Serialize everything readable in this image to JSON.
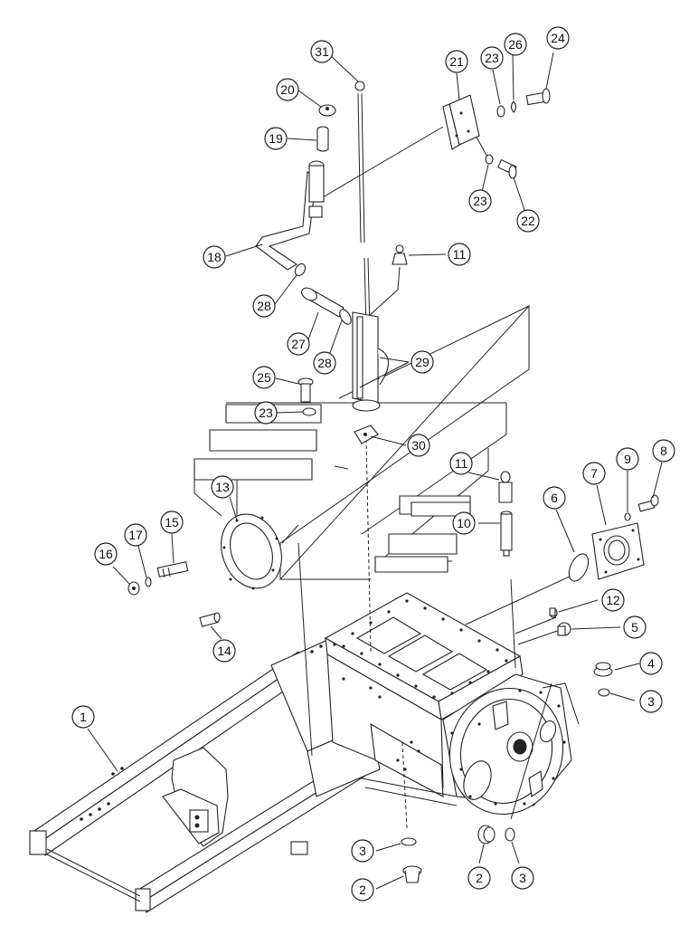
{
  "diagram": {
    "callouts": [
      {
        "id": "c31",
        "label": "31"
      },
      {
        "id": "c20",
        "label": "20"
      },
      {
        "id": "c19",
        "label": "19"
      },
      {
        "id": "c18",
        "label": "18"
      },
      {
        "id": "c28a",
        "label": "28"
      },
      {
        "id": "c27",
        "label": "27"
      },
      {
        "id": "c28b",
        "label": "28"
      },
      {
        "id": "c25",
        "label": "25"
      },
      {
        "id": "c23a",
        "label": "23"
      },
      {
        "id": "c21",
        "label": "21"
      },
      {
        "id": "c23b",
        "label": "23"
      },
      {
        "id": "c26",
        "label": "26"
      },
      {
        "id": "c24",
        "label": "24"
      },
      {
        "id": "c23c",
        "label": "23"
      },
      {
        "id": "c22",
        "label": "22"
      },
      {
        "id": "c11a",
        "label": "11"
      },
      {
        "id": "c29",
        "label": "29"
      },
      {
        "id": "c30",
        "label": "30"
      },
      {
        "id": "c11b",
        "label": "11"
      },
      {
        "id": "c10",
        "label": "10"
      },
      {
        "id": "c13",
        "label": "13"
      },
      {
        "id": "c15",
        "label": "15"
      },
      {
        "id": "c17",
        "label": "17"
      },
      {
        "id": "c16",
        "label": "16"
      },
      {
        "id": "c14",
        "label": "14"
      },
      {
        "id": "c6",
        "label": "6"
      },
      {
        "id": "c7",
        "label": "7"
      },
      {
        "id": "c9",
        "label": "9"
      },
      {
        "id": "c8",
        "label": "8"
      },
      {
        "id": "c12",
        "label": "12"
      },
      {
        "id": "c5",
        "label": "5"
      },
      {
        "id": "c4",
        "label": "4"
      },
      {
        "id": "c3a",
        "label": "3"
      },
      {
        "id": "c1",
        "label": "1"
      },
      {
        "id": "c3b",
        "label": "3"
      },
      {
        "id": "c2a",
        "label": "2"
      },
      {
        "id": "c2b",
        "label": "2"
      },
      {
        "id": "c3c",
        "label": "3"
      }
    ]
  }
}
